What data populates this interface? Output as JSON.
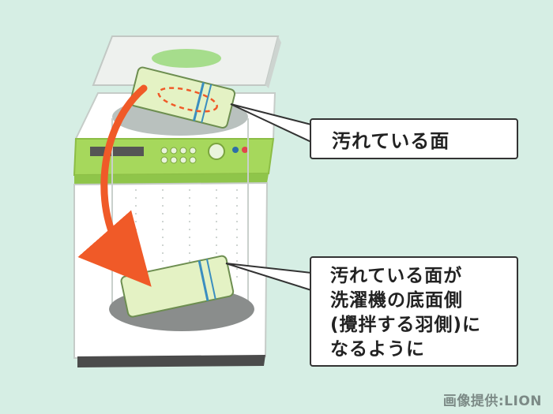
{
  "labels": {
    "top_callout": "汚れている面",
    "bottom_callout_lines": [
      "汚れている面が",
      "洗濯機の底面側",
      "(攪拌する羽側)に",
      "なるように"
    ]
  },
  "credit": "画像提供:LION",
  "colors": {
    "background": "#d6eee4",
    "machine_body": "#ffffff",
    "control_panel": "#a6d85c",
    "bag_fill": "#e4f2c4",
    "bag_seal": "#3a8ec0",
    "arrow": "#f05a28",
    "stain_outline": "#f05a28"
  }
}
